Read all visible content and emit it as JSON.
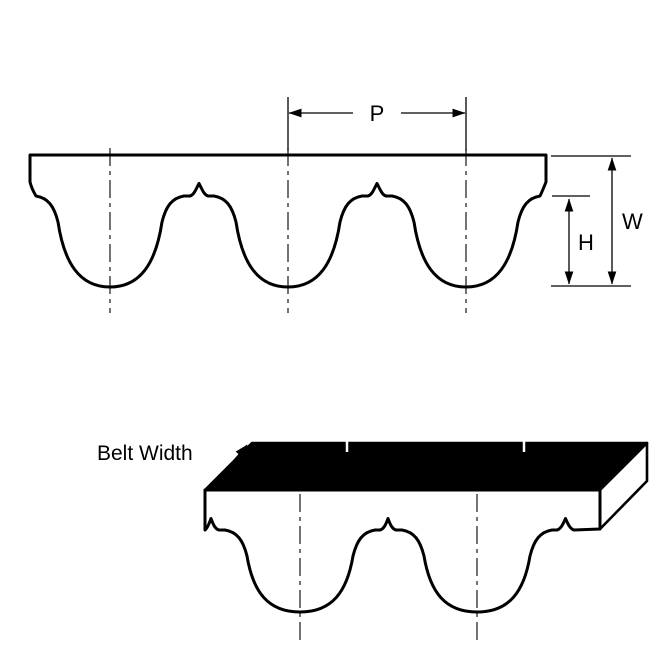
{
  "diagram": {
    "type": "timing-belt-tooth-profile-drawing",
    "labels": {
      "pitch": "P",
      "belt_thickness": "W",
      "tooth_height": "H",
      "belt_width": "Belt Width"
    },
    "colors": {
      "line": "#000000",
      "top_face_fill": "#000000",
      "background": "#ffffff"
    }
  }
}
